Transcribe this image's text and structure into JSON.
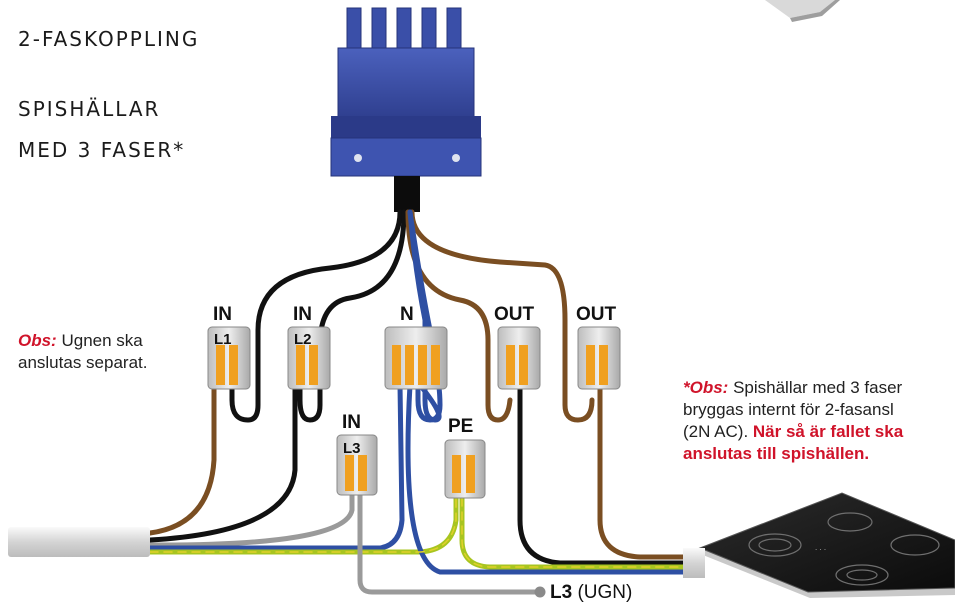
{
  "title": {
    "line1": "2-FASKOPPLING",
    "line2": "SPISHÄLLAR",
    "line3": "MED 3 FASER*"
  },
  "connectors": {
    "l1": {
      "top": "IN",
      "inner": "L1"
    },
    "l2": {
      "top": "IN",
      "inner": "L2"
    },
    "n": {
      "top": "N"
    },
    "out1": {
      "top": "OUT"
    },
    "out2": {
      "top": "OUT"
    },
    "l3": {
      "top": "IN",
      "inner": "L3"
    },
    "pe": {
      "top": "PE"
    }
  },
  "note_left": {
    "obs": "Obs:",
    "line1": " Ugnen ska",
    "line2": "anslutas separat."
  },
  "note_right": {
    "obs": "*Obs:",
    "line1": " Spishällar med 3 faser",
    "line2": "bryggas internt för 2-fasansl",
    "line3_plain": "(2N AC). ",
    "line3_red": "När så är fallet ska",
    "line4_red": "anslutas till spishällen."
  },
  "bottom_label": {
    "bold": "L3",
    "rest": " (UGN)"
  },
  "colors": {
    "brown": "#7a4e22",
    "black": "#111111",
    "blue": "#2e4fa3",
    "gray": "#9a9a9a",
    "yellow_green": "#a8c520",
    "orange": "#f0a020",
    "plug_blue": "#3a4fa8",
    "red": "#d0132a"
  },
  "icons": [
    "plug-icon",
    "cable-icon",
    "hob-icon",
    "wago-connector-icon"
  ]
}
